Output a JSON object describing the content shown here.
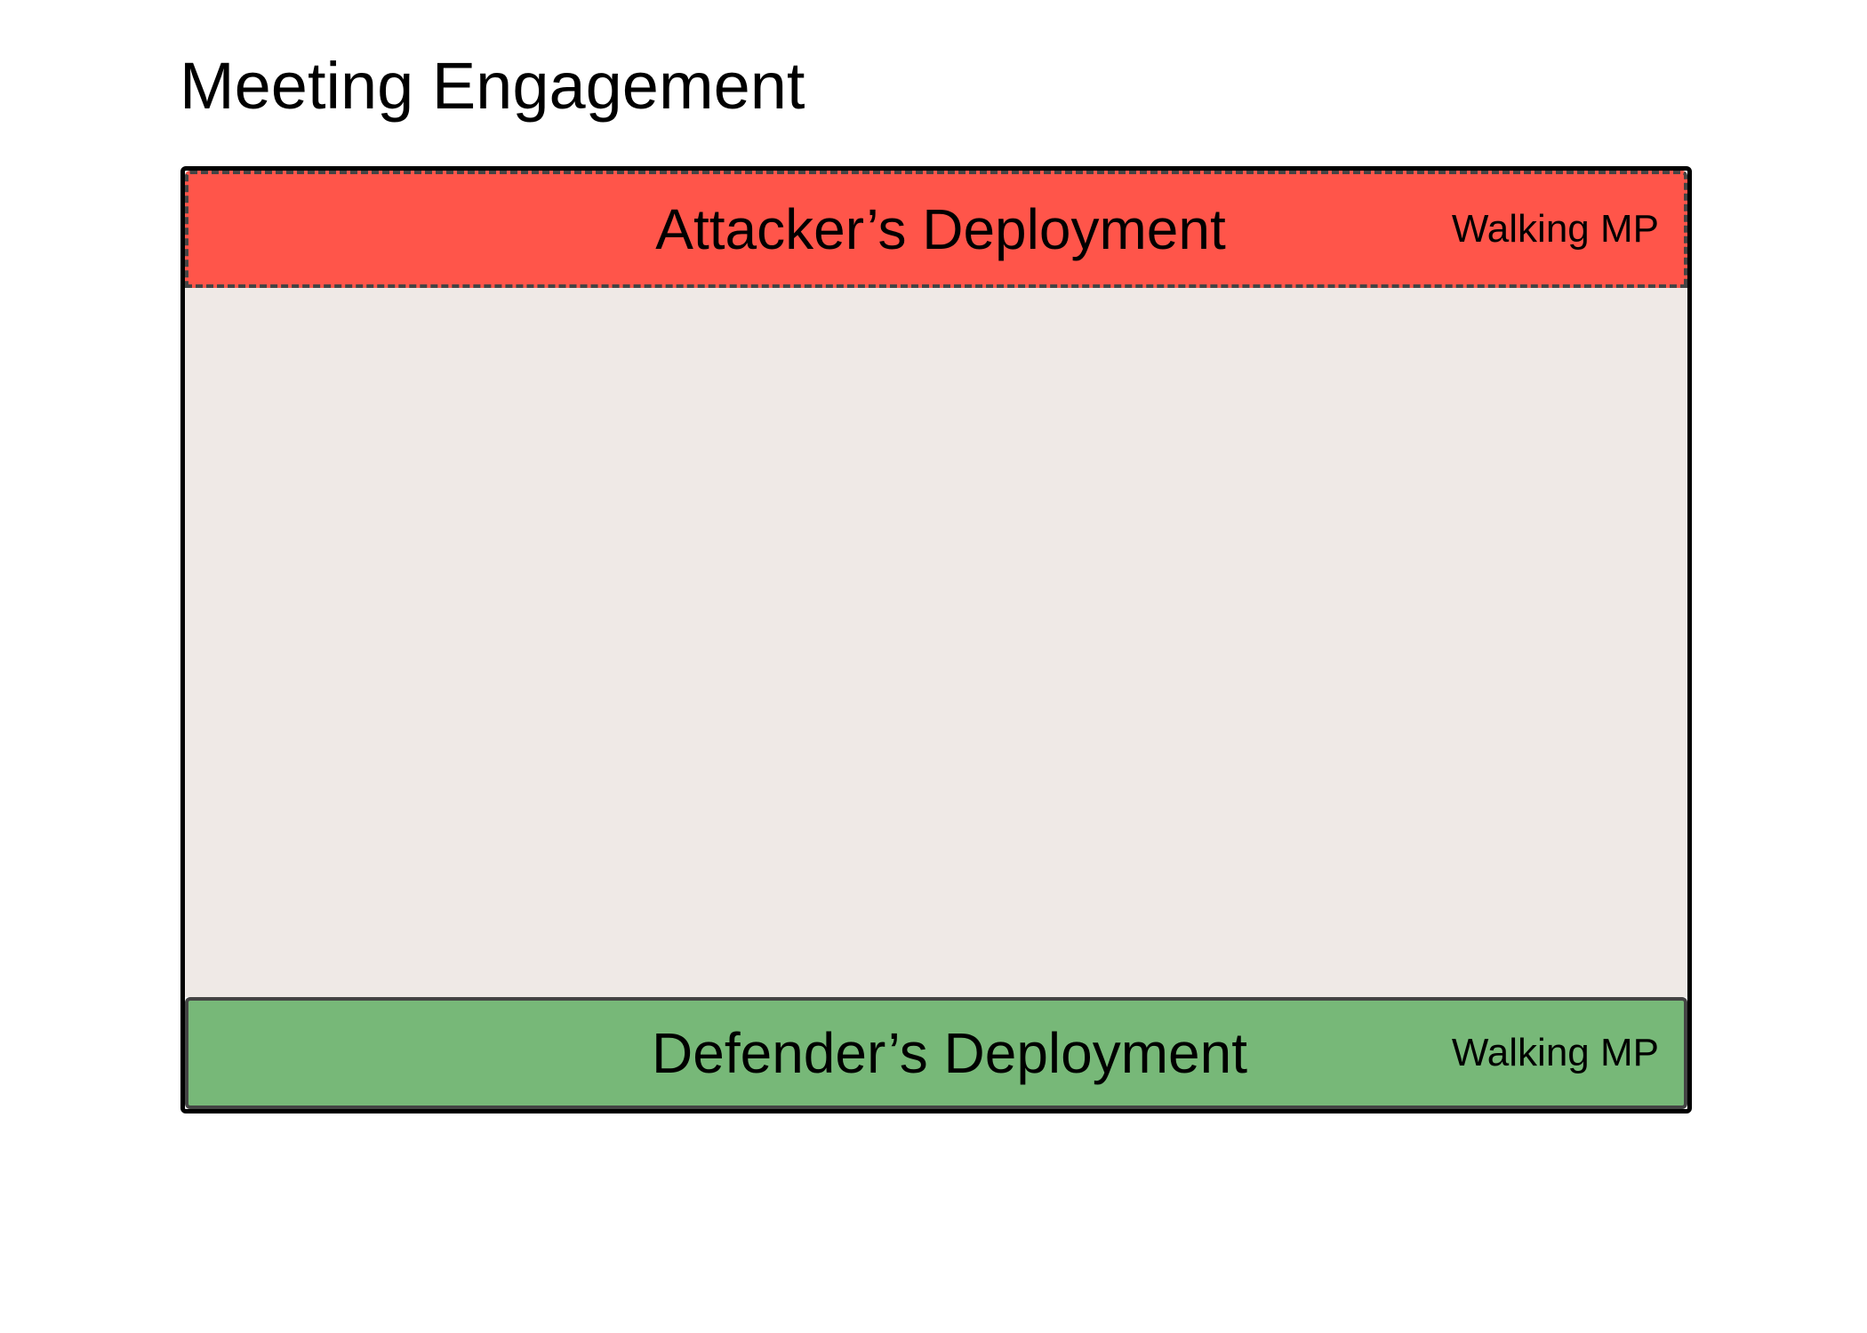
{
  "title": "Meeting Engagement",
  "zones": {
    "attacker": {
      "label": "Attacker’s Deployment",
      "note": "Walking MP",
      "color": "#ff554a"
    },
    "neutral": {
      "color": "#efe9e6"
    },
    "defender": {
      "label": "Defender’s Deployment",
      "note": "Walking MP",
      "color": "#77b878"
    }
  },
  "colors": {
    "border": "#000000",
    "zone_border": "#444444"
  }
}
